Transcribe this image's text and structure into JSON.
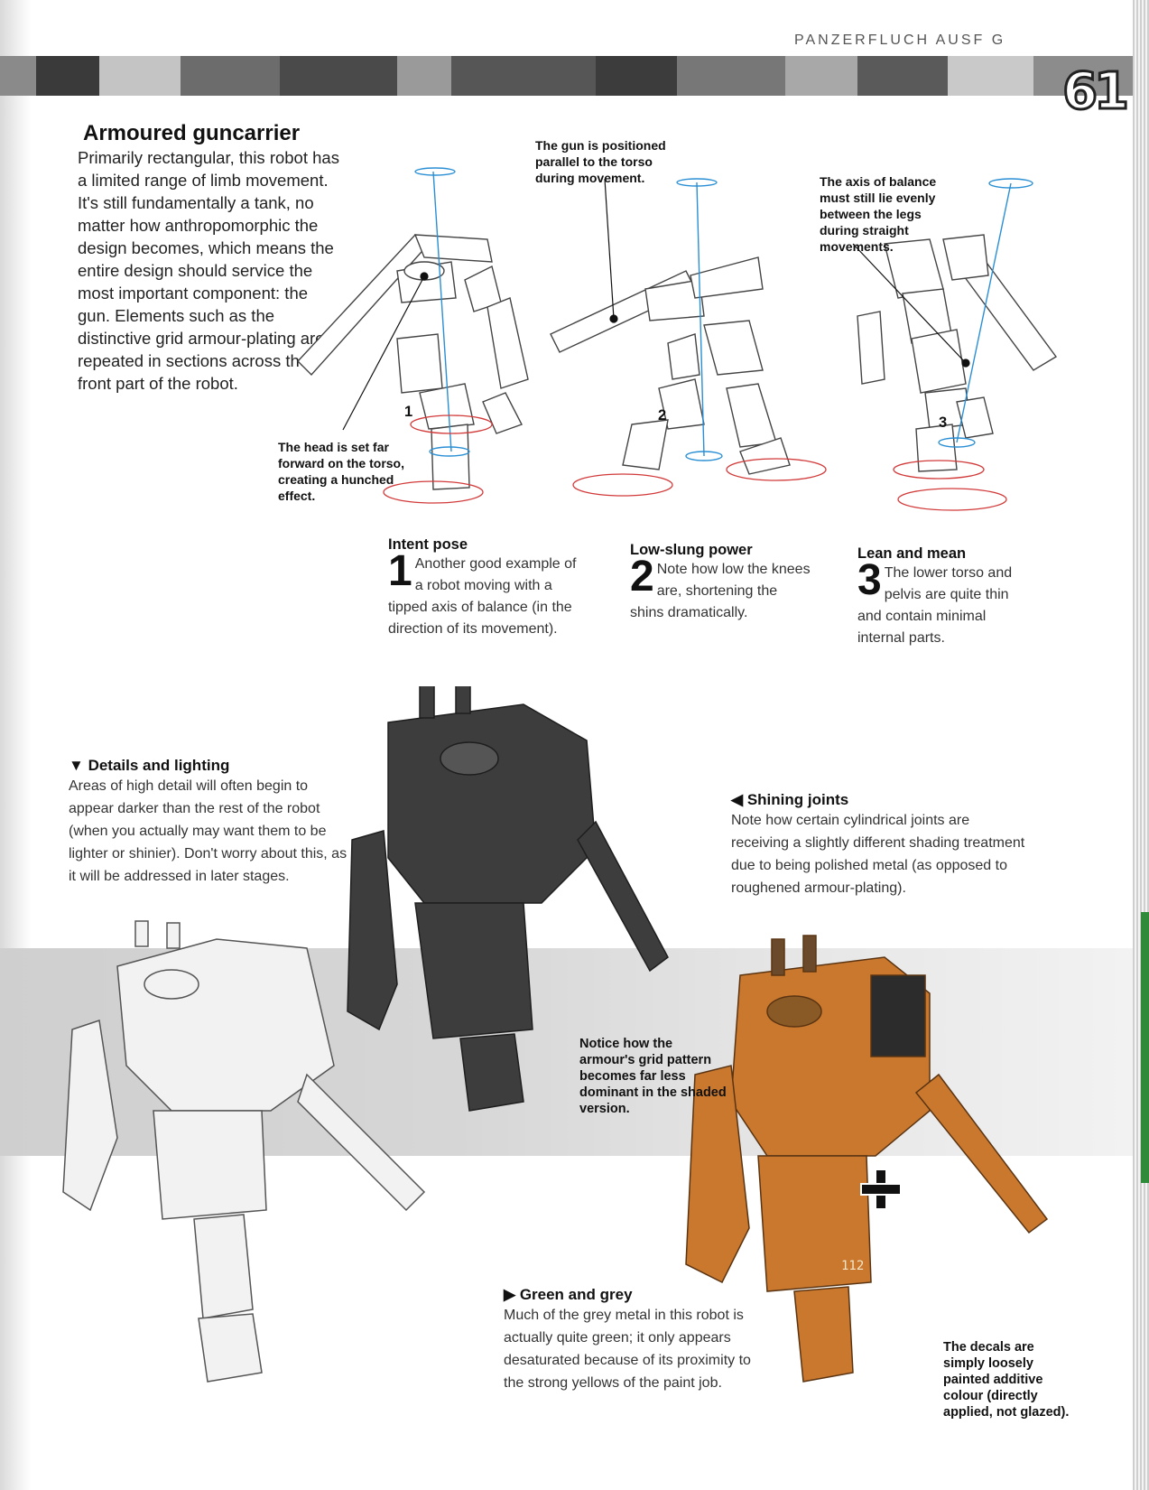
{
  "running_head": "PANZERFLUCH AUSF G",
  "page_number": "61",
  "intro": {
    "title": "Armoured guncarrier",
    "body": "Primarily rectangular, this robot has a limited range of limb movement. It's still fundamentally a tank, no matter how anthropomorphic the design becomes, which means the entire design should service the most important component: the gun. Elements such as the distinctive grid armour-plating are repeated in sections across the front part of the robot."
  },
  "sketch_callouts": {
    "gun": "The gun is positioned parallel to the torso during movement.",
    "axis": "The axis of balance must still lie evenly between the legs during straight movements.",
    "head": "The head is set far forward on the torso, creating a hunched effect."
  },
  "sketch_labels": [
    "1",
    "2",
    "3"
  ],
  "steps": [
    {
      "num": "1",
      "title": "Intent pose",
      "body": "Another good example of a robot moving with a tipped axis of balance (in the direction of its movement)."
    },
    {
      "num": "2",
      "title": "Low-slung power",
      "body": "Note how low the knees are, shortening the shins dramatically."
    },
    {
      "num": "3",
      "title": "Lean and mean",
      "body": "The lower torso and pelvis are quite thin and contain minimal internal parts."
    }
  ],
  "details": {
    "marker": "▼",
    "title": "Details and lighting",
    "body": "Areas of high detail will often begin to appear darker than the rest of the robot (when you actually may want them to be lighter or shinier). Don't worry about this, as it will be addressed in later stages."
  },
  "joints": {
    "marker": "◀",
    "title": "Shining joints",
    "body": "Note how certain cylindrical joints are receiving a slightly different shading treatment due to being polished metal (as opposed to roughened armour-plating)."
  },
  "grid_note": "Notice how the armour's grid pattern becomes far less dominant in the shaded version.",
  "green_grey": {
    "marker": "▶",
    "title": "Green and grey",
    "body": "Much of the grey metal in this robot is actually quite green; it only appears desaturated because of its proximity to the strong yellows of the paint job."
  },
  "decals_note": "The decals are simply loosely painted additive colour (directly applied, not glazed).",
  "decal_number": "112",
  "colors": {
    "band_dark": "#4a4a4a",
    "band_mid": "#8c8c8c",
    "band_light": "#c8c8c8",
    "axis_blue": "#2a8fd4",
    "ground_red": "#d23a3a",
    "robot_orange": "#c9782e"
  }
}
